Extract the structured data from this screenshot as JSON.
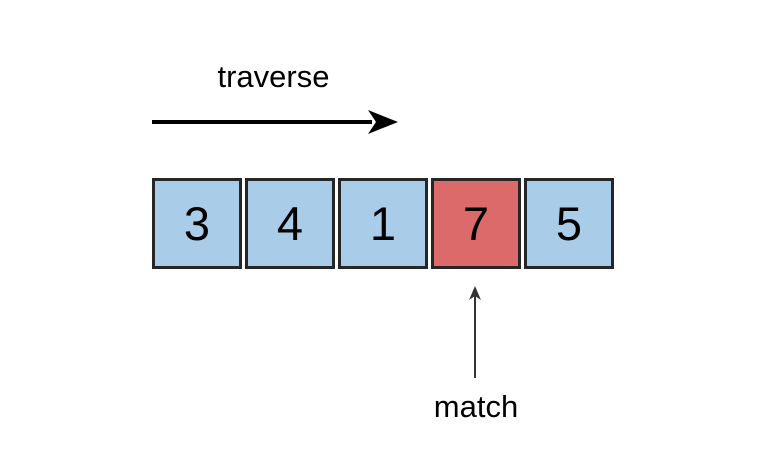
{
  "diagram": {
    "title": "array traversal match",
    "background_color": "#ffffff",
    "traverse": {
      "label": "traverse",
      "arrow_name": "traverse-arrow-right",
      "arrow_color": "#000000",
      "direction": "right"
    },
    "array": {
      "cells": [
        {
          "value": "3",
          "state": "normal",
          "fill": "#a9cce9"
        },
        {
          "value": "4",
          "state": "normal",
          "fill": "#a9cce9"
        },
        {
          "value": "1",
          "state": "normal",
          "fill": "#a9cce9"
        },
        {
          "value": "7",
          "state": "match",
          "fill": "#dc6a6a"
        },
        {
          "value": "5",
          "state": "normal",
          "fill": "#a9cce9"
        }
      ],
      "border_color": "#262626",
      "normal_fill": "#a9cce9",
      "match_fill": "#dc6a6a"
    },
    "match": {
      "label": "match",
      "arrow_name": "match-arrow-up",
      "arrow_color": "#333333",
      "direction": "up",
      "points_to_index": 3,
      "points_to_value": "7"
    }
  }
}
